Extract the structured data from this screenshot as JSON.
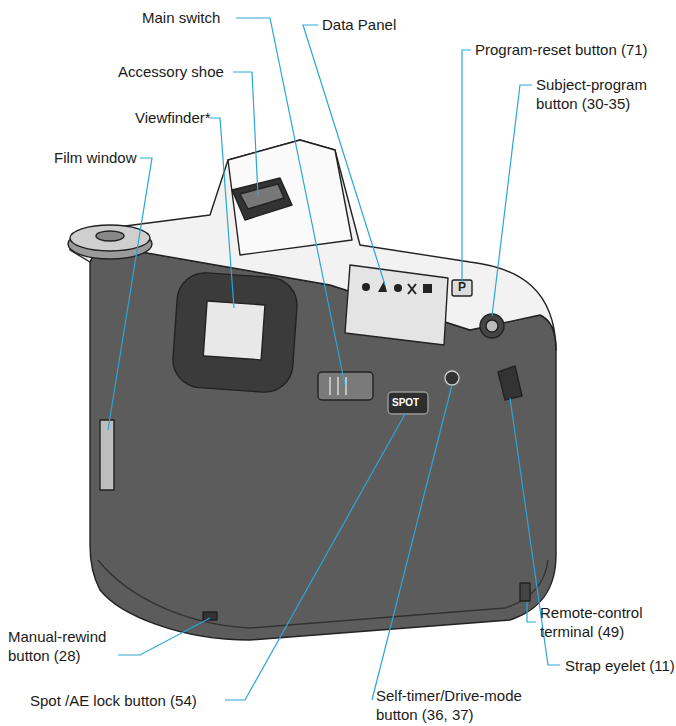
{
  "diagram": {
    "labels": [
      "Main switch",
      "Data Panel",
      "Program-reset button (71)",
      "Accessory shoe",
      "Subject-program button (30-35)",
      "Viewfinder*",
      "Film window",
      "P",
      "SPOT",
      "Manual-rewind button (28)",
      "Remote-control terminal (49)",
      "Spot /AE lock button (54)",
      "Strap eyelet (11)",
      "Self-timer/Drive-mode button (36, 37)"
    ]
  }
}
